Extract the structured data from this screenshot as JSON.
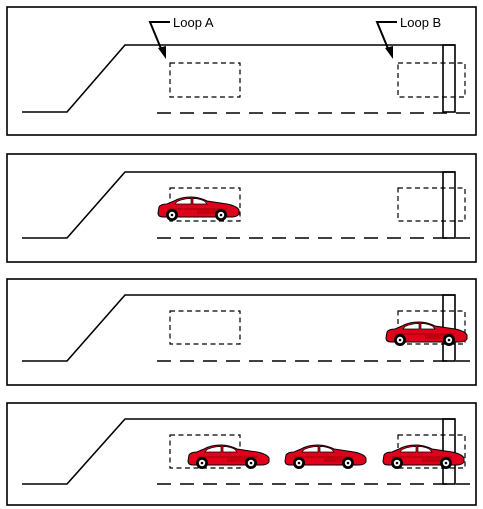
{
  "labels": {
    "loop_a": "Loop A",
    "loop_b": "Loop B"
  },
  "colors": {
    "car_body": "#e0001b",
    "car_dark": "#8a0000",
    "outline": "#000000",
    "background": "#ffffff"
  },
  "panels": [
    {
      "name": "panel-1",
      "cars": []
    },
    {
      "name": "panel-2",
      "cars": [
        "loop-a"
      ]
    },
    {
      "name": "panel-3",
      "cars": [
        "loop-b"
      ]
    },
    {
      "name": "panel-4",
      "cars": [
        "loop-a",
        "middle",
        "loop-b"
      ]
    }
  ]
}
